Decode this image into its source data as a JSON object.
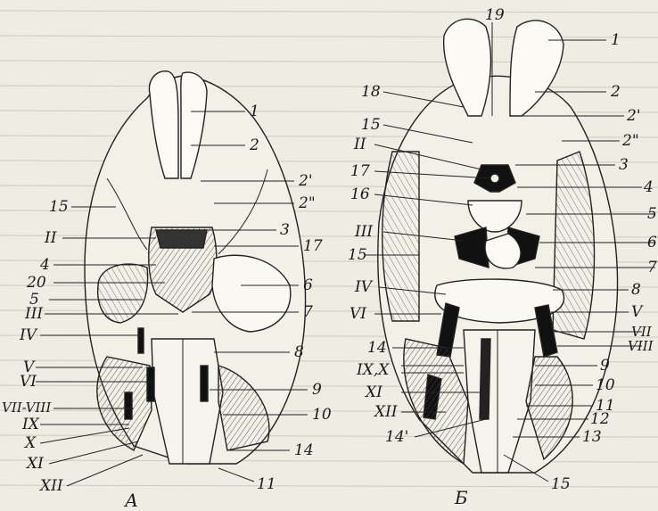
{
  "figure": {
    "panel_a_title": "А",
    "panel_b_title": "Б"
  },
  "panel_a": {
    "labels": {
      "l1": "1",
      "l2": "2",
      "l2p": "2'",
      "l2pp": "2\"",
      "l3": "3",
      "l17": "17",
      "l6": "6",
      "l7": "7",
      "l8": "8",
      "l9": "9",
      "l10": "10",
      "l14": "14",
      "l11": "11",
      "l15": "15",
      "lII": "II",
      "l4": "4",
      "l20": "20",
      "l5": "5",
      "lIII": "III",
      "lIV": "IV",
      "lV": "V",
      "lVI": "VI",
      "lVIIVIII": "VII-VIII",
      "lIX": "IX",
      "lX": "X",
      "lXI": "XI",
      "lXII": "XII"
    }
  },
  "panel_b": {
    "labels": {
      "l19": "19",
      "l1": "1",
      "l18": "18",
      "l2": "2",
      "l15a": "15",
      "l2p": "2'",
      "l2pp": "2\"",
      "lII": "II",
      "l3": "3",
      "l17": "17",
      "l4": "4",
      "l16": "16",
      "l5": "5",
      "lIII": "III",
      "l6": "6",
      "l15b": "15",
      "l7": "7",
      "lIV": "IV",
      "l8": "8",
      "lVI": "VI",
      "lV": "V",
      "lVII": "VII",
      "lVIII": "VIII",
      "l14": "14",
      "l9": "9",
      "lIXX": "IX,X",
      "l10": "10",
      "lXI": "XI",
      "l11": "11",
      "lXII": "XII",
      "l12": "12",
      "l14p": "14'",
      "l13": "13",
      "l15c": "15"
    }
  }
}
